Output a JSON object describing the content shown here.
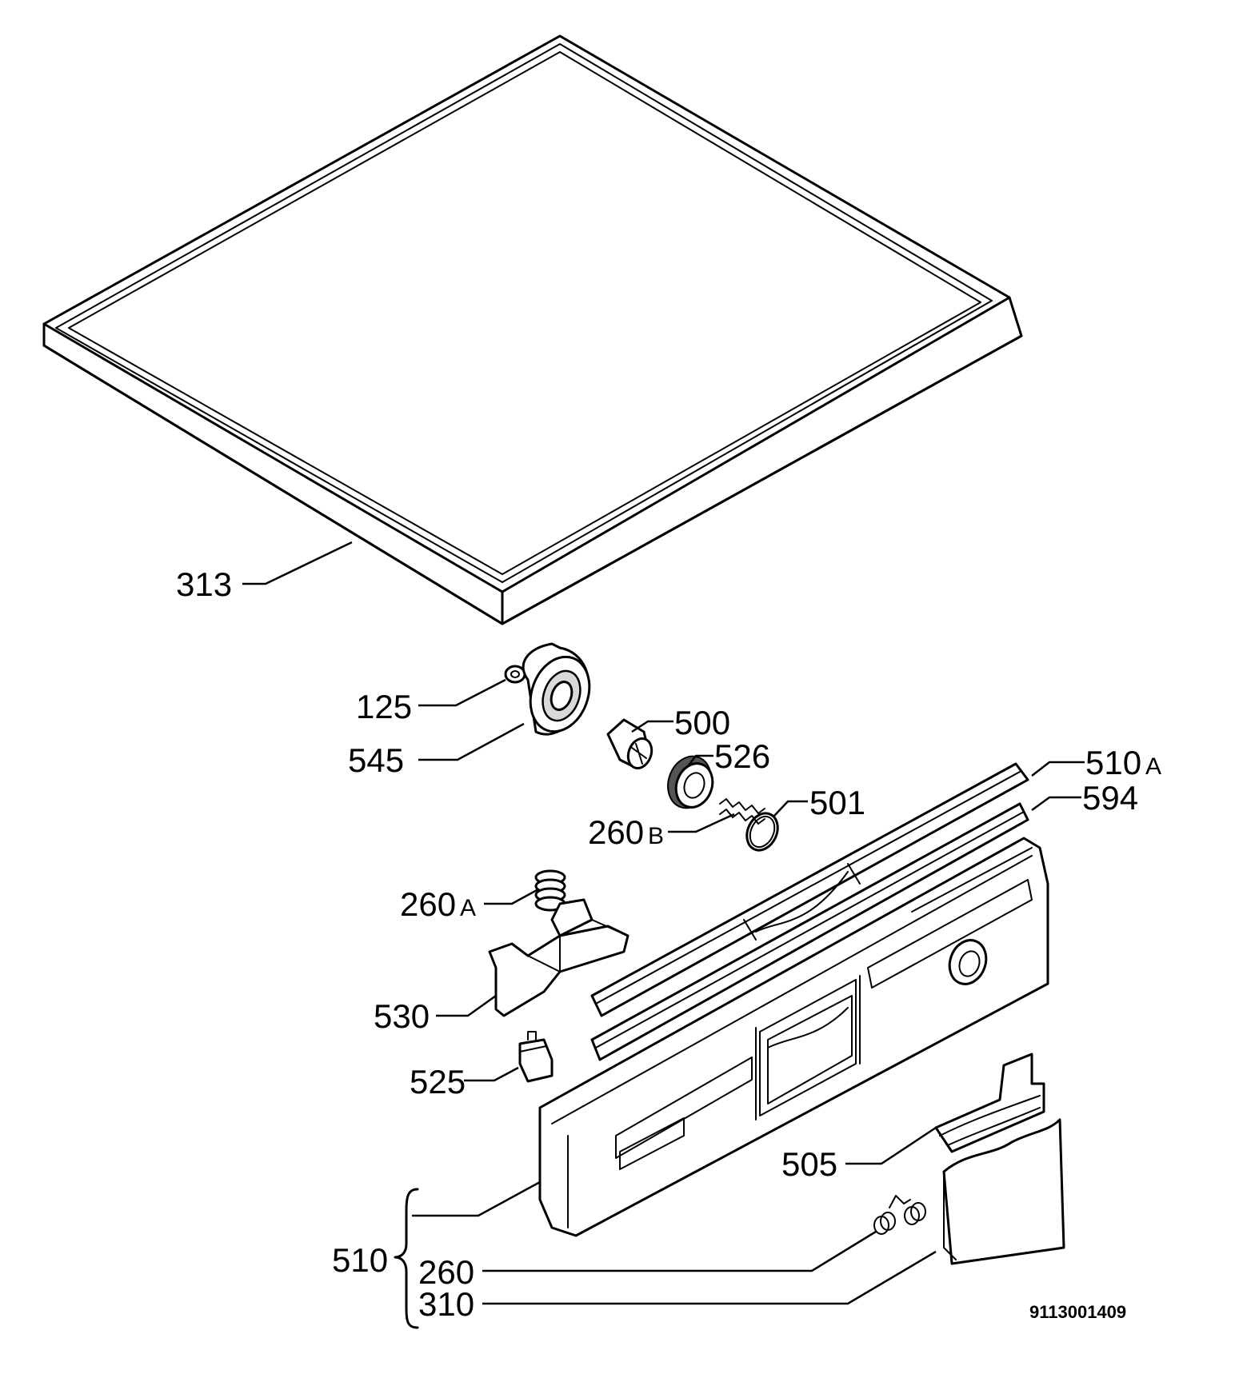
{
  "labels": {
    "l313": "313",
    "l125": "125",
    "l545": "545",
    "l500": "500",
    "l526": "526",
    "l501": "501",
    "l260b": "260",
    "l260b_sfx": "B",
    "l510a": "510",
    "l510a_sfx": "A",
    "l594": "594",
    "l260a": "260",
    "l260a_sfx": "A",
    "l530": "530",
    "l525": "525",
    "l505": "505",
    "l510": "510",
    "l260": "260",
    "l310": "310"
  },
  "reference_number": "9113001409"
}
